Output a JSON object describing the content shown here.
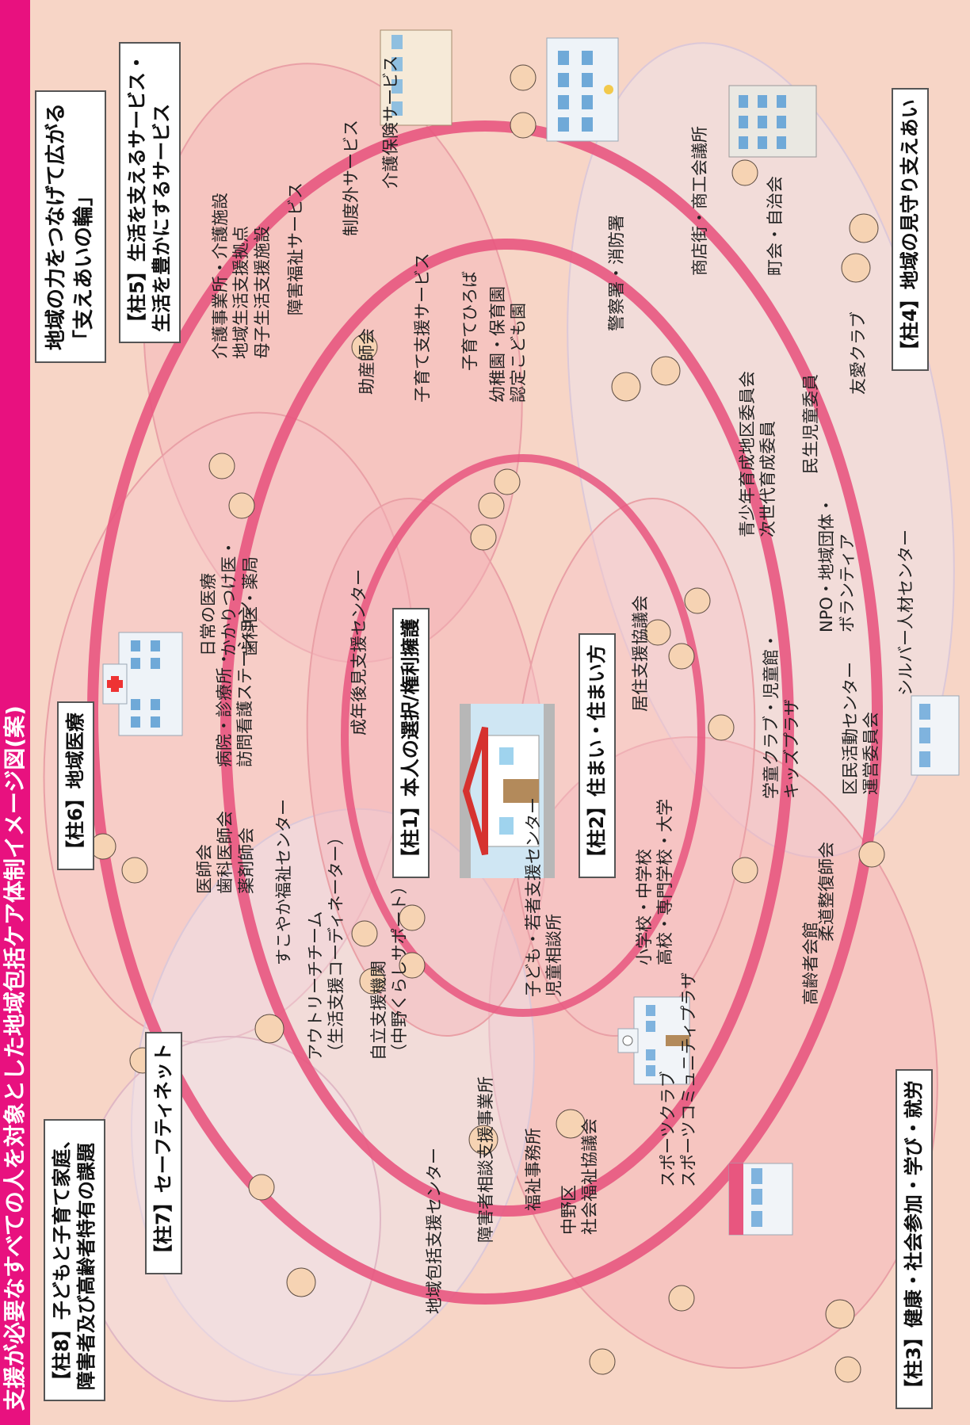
{
  "banner": "支援が必要なすべての人を対象とした地域包括ケア体制イメージ図(案)",
  "title_lines": [
    "地域の力をつなげて広がる",
    "「支えあいの輪」"
  ],
  "pillars": {
    "p1": "【柱1】本人の選択/権利擁護",
    "p2": "【柱2】住まい・住まい方",
    "p3": "【柱3】健康・社会参加・学び・就労",
    "p4": "【柱4】地域の見守り支えあい",
    "p5_l1": "【柱5】生活を支えるサービス・",
    "p5_l2": "生活を豊かにするサービス",
    "p6": "【柱6】地域医療",
    "p7": "【柱7】セーフティネット",
    "p8_l1": "【柱8】子どもと子育て家庭、",
    "p8_l2": "障害者及び高齢者特有の課題"
  },
  "labels": {
    "kaigo1": "介護事業所・介護施設",
    "kaigo2": "地域生活支援拠点",
    "kaigo3": "母子生活支援施設",
    "shogai": "障害福祉サービス",
    "seidogai": "制度外サービス",
    "kaigohoken": "介護保険サービス",
    "josan": "助産師会",
    "kosodate_svc": "子育て支援サービス",
    "kosodate_hiroba": "子育てひろば",
    "yochien1": "幼稚園・保育園",
    "yochien2": "認定こども園",
    "keisatsu": "警察署・消防署",
    "shotengai": "商店街・商工会議所",
    "chokai": "町会・自治会",
    "seishonen1": "青少年育成地区委員会",
    "seishonen2": "次世代育成委員",
    "minsei": "民生児童委員",
    "yuai": "友愛クラブ",
    "npo1": "NPO・地域団体・",
    "npo2": "ボランティア",
    "silver": "シルバー人材センター",
    "nichijo1": "日常の医療",
    "nichijo2": "かかりつけ医・",
    "nichijo3": "歯科医・薬局",
    "byoin1": "病院・診療所・",
    "byoin2": "訪問看護ステーション",
    "ishikai1": "医師会",
    "ishikai2": "歯科医師会",
    "ishikai3": "薬剤師会",
    "seinen": "成年後見支援センター",
    "kyotaku": "居住支援協議会",
    "gakudo1": "学童クラブ・児童館・",
    "gakudo2": "キッズプラザ",
    "kumin1": "区民活動センター",
    "kumin2": "運営委員会",
    "judo": "柔道整復師会",
    "gakko1": "小学校・中学校",
    "gakko2": "高校・専門学校・大学",
    "sukoyaka": "すこやか福祉センター",
    "outreach1": "アウトリーチチーム",
    "outreach2": "（生活支援コーディネーター）",
    "jiritsu1": "自立支援機関",
    "jiritsu2": "（中野くらしサポート）",
    "kodomo1": "子ども・若者支援センター",
    "kodomo2": "児童相談所",
    "koreisha": "高齢者会館",
    "sports1": "スポーツクラブ",
    "sports2": "スポーツコミュニティプラザ",
    "chiiki_hokatsu": "地域包括支援センター",
    "shogaisha_sodan": "障害者相談支援事業所",
    "fukushi_jimusho": "福祉事務所",
    "nakano1": "中野区",
    "nakano2": "社会福祉協議会"
  },
  "colors": {
    "banner": "#e8117f",
    "ring": "#e8567f",
    "petal_fill": "#f4b2b8",
    "petal_stroke": "#e9a0a6",
    "background": "#f7d5c6",
    "lavender": "#ece4ef"
  }
}
